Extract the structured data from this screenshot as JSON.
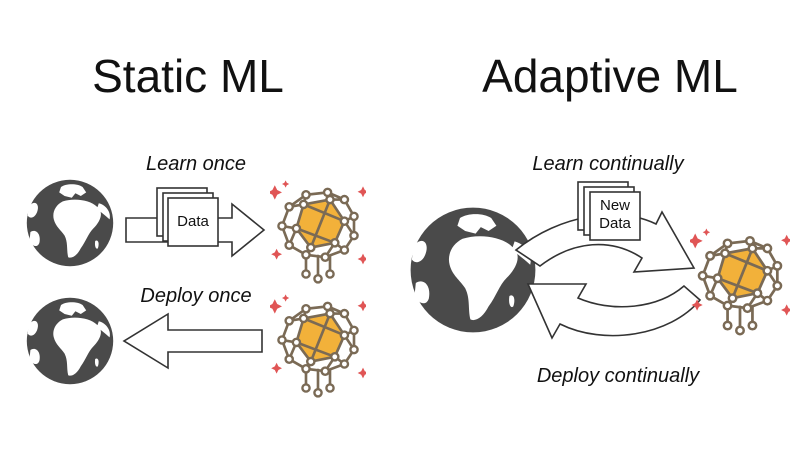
{
  "static": {
    "title": "Static ML",
    "learn_label": "Learn once",
    "deploy_label": "Deploy once",
    "document_label": "Data"
  },
  "adaptive": {
    "title": "Adaptive ML",
    "learn_label": "Learn continually",
    "deploy_label": "Deploy continually",
    "document_line1": "New",
    "document_line2": "Data"
  },
  "colors": {
    "globe": "#4a4a4a",
    "network_edge": "#7a6a55",
    "network_fill": "#f2b13a",
    "sparkle": "#e05555",
    "arrow_stroke": "#333333",
    "text": "#111111"
  },
  "icons": [
    "globe-icon",
    "neural-network-icon",
    "document-stack-icon",
    "arrow-right-icon",
    "arrow-left-icon",
    "cycle-arrows-icon"
  ]
}
